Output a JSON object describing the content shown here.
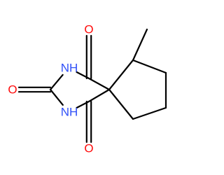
{
  "molecule": {
    "atoms": [
      {
        "id": "n1",
        "element": "N",
        "label": "NH",
        "color": "#3050F8"
      },
      {
        "id": "n2",
        "element": "N",
        "label": "NH",
        "color": "#3050F8"
      },
      {
        "id": "o1",
        "element": "O",
        "label": "O",
        "color": "#FF0D0D"
      },
      {
        "id": "o2",
        "element": "O",
        "label": "O",
        "color": "#FF0D0D"
      },
      {
        "id": "o3",
        "element": "O",
        "label": "O",
        "color": "#FF0D0D"
      },
      {
        "id": "c_co1",
        "element": "C",
        "label": ""
      },
      {
        "id": "c_co2",
        "element": "C",
        "label": ""
      },
      {
        "id": "c_co3",
        "element": "C",
        "label": ""
      },
      {
        "id": "c_spiro",
        "element": "C",
        "label": ""
      },
      {
        "id": "c_r1",
        "element": "C",
        "label": ""
      },
      {
        "id": "c_r2",
        "element": "C",
        "label": ""
      },
      {
        "id": "c_r3",
        "element": "C",
        "label": ""
      },
      {
        "id": "c_r4",
        "element": "C",
        "label": ""
      },
      {
        "id": "c_me",
        "element": "C",
        "label": ""
      }
    ],
    "bonds": [
      {
        "a": "n1",
        "b": "c_co1",
        "order": 1
      },
      {
        "a": "c_co1",
        "b": "c_spiro",
        "order": 1
      },
      {
        "a": "c_spiro",
        "b": "c_co3",
        "order": 1
      },
      {
        "a": "c_co3",
        "b": "n2",
        "order": 1
      },
      {
        "a": "n2",
        "b": "c_co2",
        "order": 1
      },
      {
        "a": "c_co2",
        "b": "n1",
        "order": 1
      },
      {
        "a": "c_co1",
        "b": "o1",
        "order": 2
      },
      {
        "a": "c_co2",
        "b": "o2",
        "order": 2
      },
      {
        "a": "c_co3",
        "b": "o3",
        "order": 2
      },
      {
        "a": "c_spiro",
        "b": "c_r1",
        "order": 1
      },
      {
        "a": "c_r1",
        "b": "c_r2",
        "order": 1
      },
      {
        "a": "c_r2",
        "b": "c_r3",
        "order": 1
      },
      {
        "a": "c_r3",
        "b": "c_r4",
        "order": 1
      },
      {
        "a": "c_r4",
        "b": "c_spiro",
        "order": 1
      },
      {
        "a": "c_r1",
        "b": "c_me",
        "order": 1
      }
    ]
  }
}
